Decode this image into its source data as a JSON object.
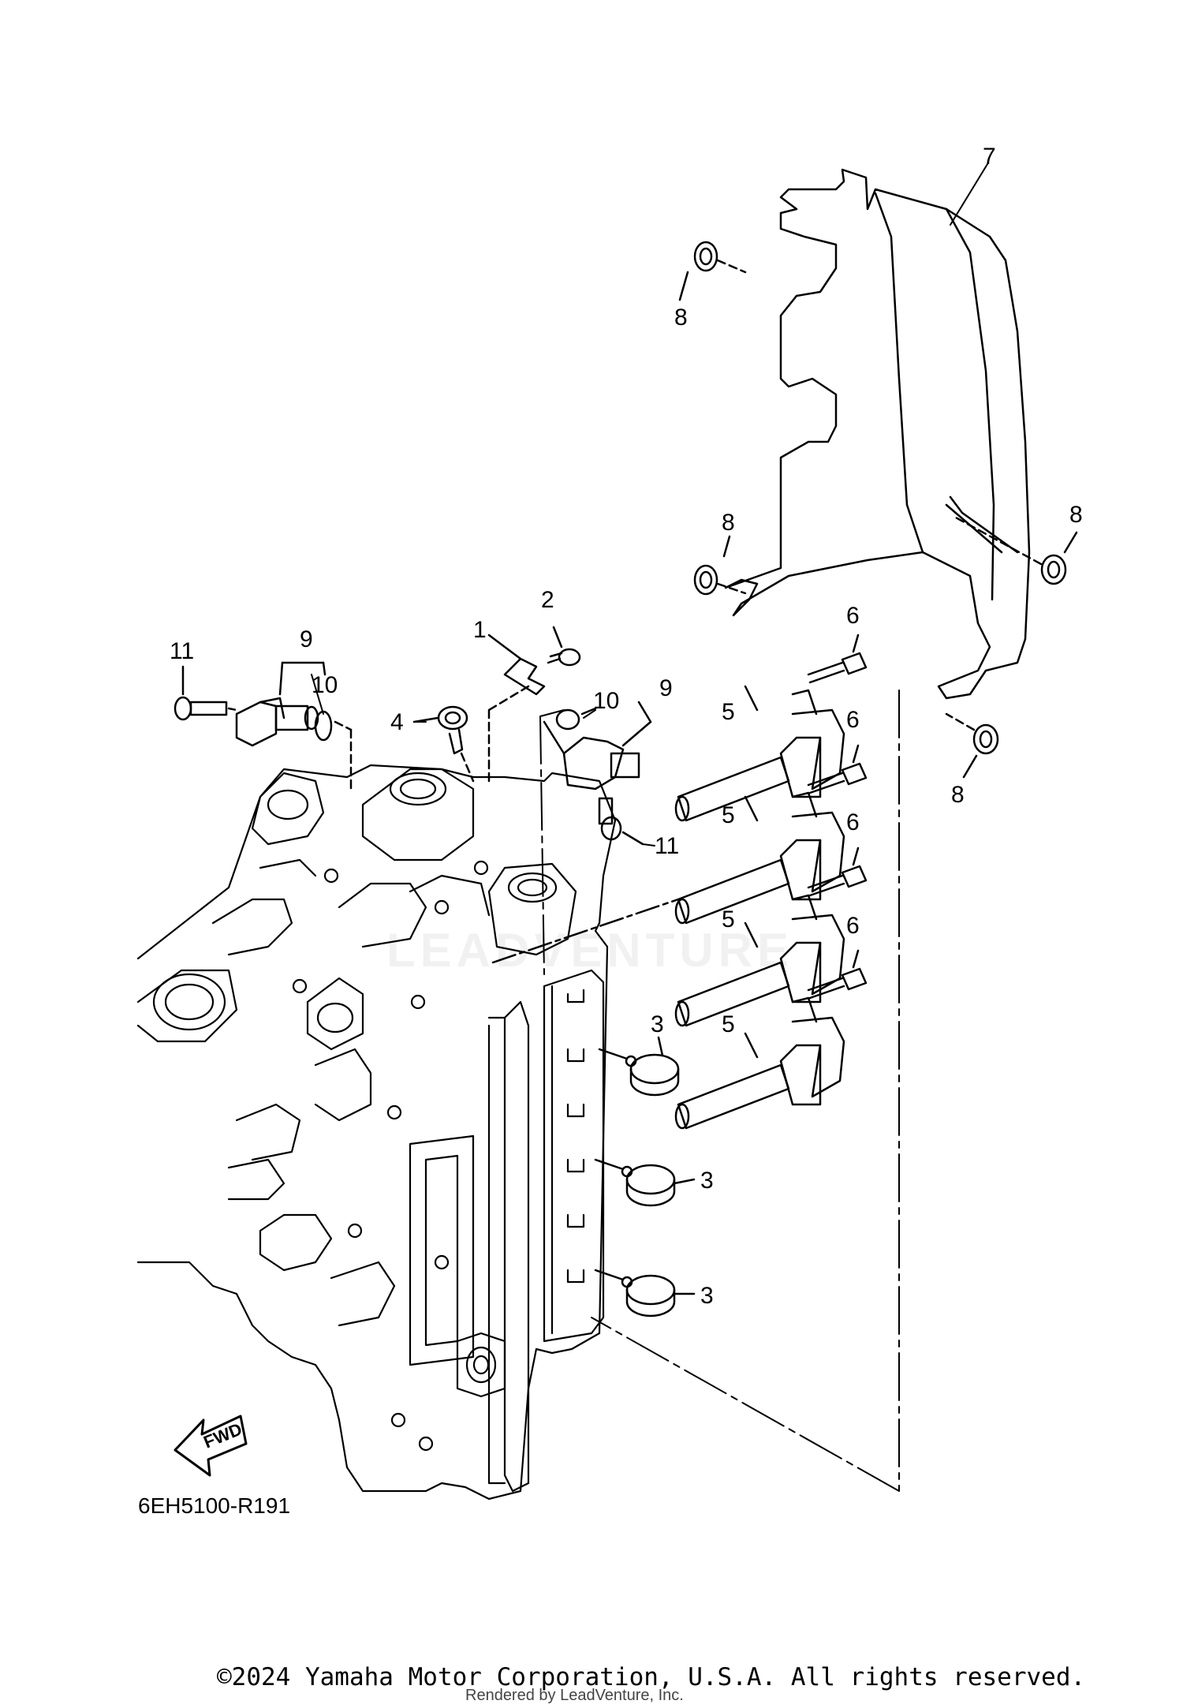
{
  "diagram": {
    "code": "6EH5100-R191",
    "fwd_label": "FWD",
    "watermark": "LEADVENTURE",
    "callouts": {
      "c1": "1",
      "c2": "2",
      "c3a": "3",
      "c3b": "3",
      "c3c": "3",
      "c4": "4",
      "c5a": "5",
      "c5b": "5",
      "c5c": "5",
      "c5d": "5",
      "c6a": "6",
      "c6b": "6",
      "c6c": "6",
      "c6d": "6",
      "c7": "7",
      "c8a": "8",
      "c8b": "8",
      "c8c": "8",
      "c8d": "8",
      "c9a": "9",
      "c9b": "9",
      "c10a": "10",
      "c10b": "10",
      "c11a": "11",
      "c11b": "11"
    }
  },
  "footer": {
    "copyright": "©2024 Yamaha Motor Corporation, U.S.A. All rights reserved.",
    "rendered_by": "Rendered by LeadVenture, Inc."
  }
}
